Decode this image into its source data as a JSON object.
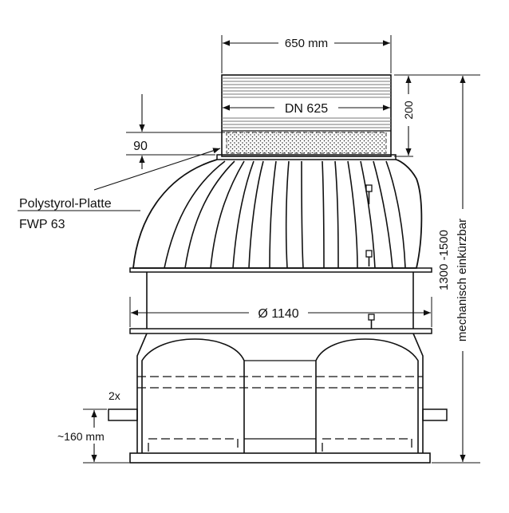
{
  "labels": {
    "top_width": "650 mm",
    "dn": "DN 625",
    "neck_height": "200",
    "plate_thickness": "90",
    "plate_name": "Polystyrol-Platte",
    "plate_type": "FWP 63",
    "diameter": "Ø 1140",
    "total_height": "1300 -1500",
    "total_height_note": "mechanisch einkürzbar",
    "pipe_count": "2x",
    "pipe_height": "~160 mm"
  },
  "colors": {
    "line": "#111111",
    "background": "#ffffff"
  }
}
